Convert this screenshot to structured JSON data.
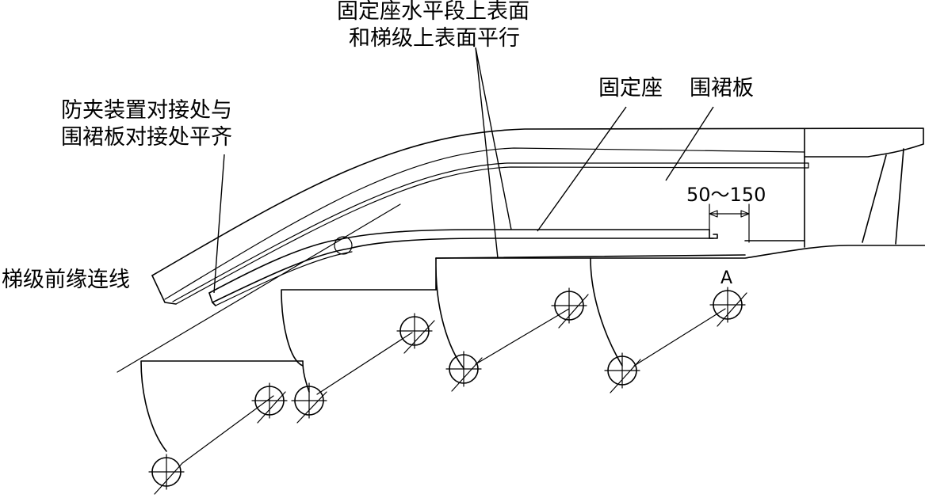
{
  "labels": {
    "parallel_note_line1": "固定座水平段上表面",
    "parallel_note_line2": "和梯级上表面平行",
    "fixed_seat": "固定座",
    "skirt_panel": "围裙板",
    "anti_pinch_line1": "防夹装置对接处与",
    "anti_pinch_line2": "围裙板对接处平齐",
    "step_front_edge_line": "梯级前缘连线",
    "dimension": "50～150",
    "point_a": "A"
  },
  "colors": {
    "stroke": "#000000",
    "background": "#ffffff"
  }
}
